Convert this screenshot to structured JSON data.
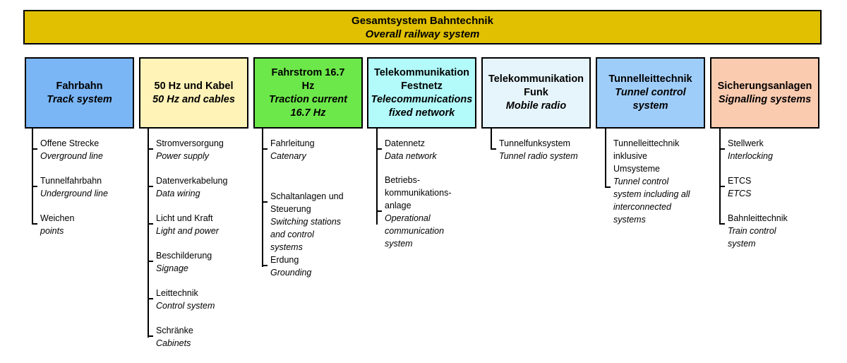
{
  "top": {
    "de": "Gesamtsystem Bahntechnik",
    "en": "Overall railway system",
    "color": "#e0c000"
  },
  "columns": [
    {
      "de": "Fahrbahn",
      "en": "Track system",
      "color": "#7ab5f5",
      "items": [
        {
          "de": "Offene Strecke",
          "en": "Overground line"
        },
        {
          "de": "Tunnelfahrbahn",
          "en": "Underground line"
        },
        {
          "de": "Weichen",
          "en": "points"
        }
      ]
    },
    {
      "de": "50 Hz und Kabel",
      "en": "50 Hz and cables",
      "color": "#fff3b8",
      "items": [
        {
          "de": "Stromversorgung",
          "en": "Power supply"
        },
        {
          "de": "Datenverkabelung",
          "en": "Data wiring"
        },
        {
          "de": "Licht und Kraft",
          "en": "Light and power"
        },
        {
          "de": "Beschilderung",
          "en": "Signage"
        },
        {
          "de": "Leittechnik",
          "en": "Control system"
        },
        {
          "de": "Schränke",
          "en": "Cabinets"
        }
      ]
    },
    {
      "de": "Fahrstrom 16.7 Hz",
      "en": "Traction current 16.7 Hz",
      "color": "#6de84a",
      "items": [
        {
          "de": "Fahrleitung",
          "en": "Catenary"
        },
        {
          "de": "Schaltanlagen und Steuerung",
          "en": "Switching stations and control systems"
        },
        {
          "de": "Erdung",
          "en": "Grounding"
        }
      ]
    },
    {
      "de": "Telekommunikation Festnetz",
      "en": "Telecommunications fixed network",
      "color": "#b3fbfb",
      "items": [
        {
          "de": "Datennetz",
          "en": "Data network"
        },
        {
          "de": "Betriebs-kommunikations-anlage",
          "en": "Operational communication system"
        }
      ]
    },
    {
      "de": "Telekommunikation Funk",
      "en": "Mobile radio",
      "color": "#e6f5fb",
      "items": [
        {
          "de": "Tunnelfunksystem",
          "en": "Tunnel radio system"
        }
      ]
    },
    {
      "de": "Tunnelleittechnik",
      "en": "Tunnel control system",
      "color": "#9fcdfa",
      "items": [
        {
          "de": "Tunnelleittechnik inklusive Umsysteme",
          "en": "Tunnel control system including all interconnected systems"
        }
      ]
    },
    {
      "de": "Sicherungsanlagen",
      "en": "Signalling systems",
      "color": "#fbcbb0",
      "items": [
        {
          "de": "Stellwerk",
          "en": "Interlocking"
        },
        {
          "de": "ETCS",
          "en": "ETCS"
        },
        {
          "de": "Bahnleittechnik",
          "en": "Train control system"
        }
      ]
    }
  ]
}
